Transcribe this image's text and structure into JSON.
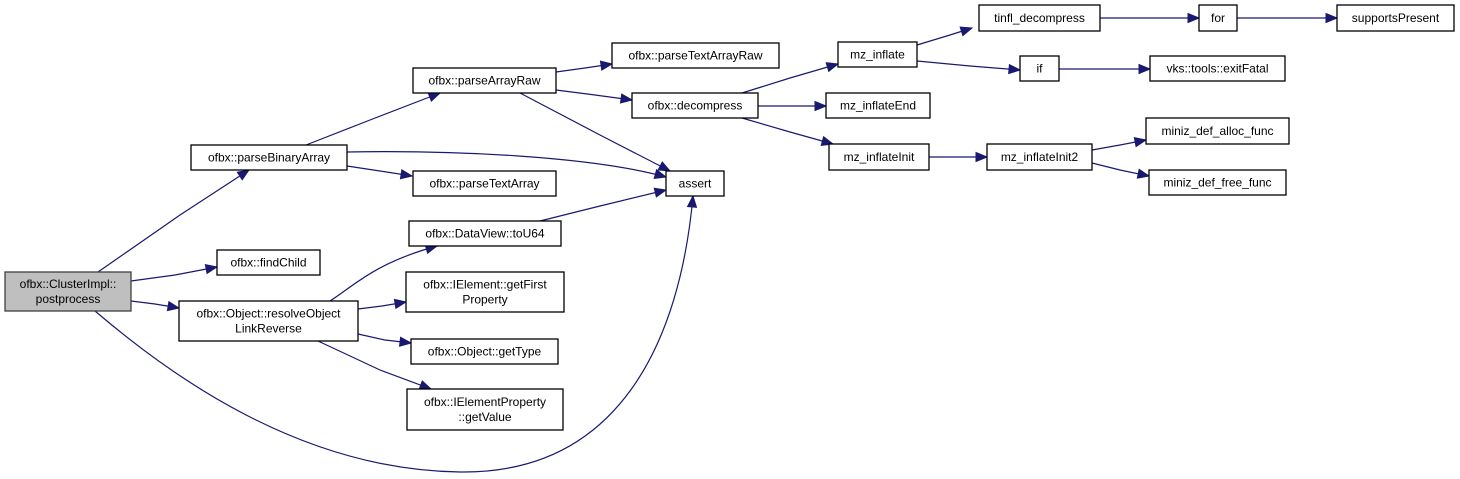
{
  "diagram": {
    "type": "call-graph",
    "colors": {
      "edge": "#191970",
      "root_fill": "#bfbfbf",
      "node_fill": "#ffffff",
      "node_border": "#000000"
    },
    "nodes": [
      {
        "id": "root",
        "lines": [
          "ofbx::ClusterImpl::",
          "postprocess"
        ],
        "root": true
      },
      {
        "id": "parseBinaryArray",
        "lines": [
          "ofbx::parseBinaryArray"
        ]
      },
      {
        "id": "findChild",
        "lines": [
          "ofbx::findChild"
        ]
      },
      {
        "id": "resolveObjectLinkReverse",
        "lines": [
          "ofbx::Object::resolveObject",
          "LinkReverse"
        ]
      },
      {
        "id": "parseArrayRaw",
        "lines": [
          "ofbx::parseArrayRaw"
        ]
      },
      {
        "id": "parseTextArray",
        "lines": [
          "ofbx::parseTextArray"
        ]
      },
      {
        "id": "toU64",
        "lines": [
          "ofbx::DataView::toU64"
        ]
      },
      {
        "id": "getFirstProperty",
        "lines": [
          "ofbx::IElement::getFirst",
          "Property"
        ]
      },
      {
        "id": "getType",
        "lines": [
          "ofbx::Object::getType"
        ]
      },
      {
        "id": "getValue",
        "lines": [
          "ofbx::IElementProperty",
          "::getValue"
        ]
      },
      {
        "id": "parseTextArrayRaw",
        "lines": [
          "ofbx::parseTextArrayRaw"
        ]
      },
      {
        "id": "decompress",
        "lines": [
          "ofbx::decompress"
        ]
      },
      {
        "id": "assert",
        "lines": [
          "assert"
        ]
      },
      {
        "id": "mz_inflate",
        "lines": [
          "mz_inflate"
        ]
      },
      {
        "id": "mz_inflateEnd",
        "lines": [
          "mz_inflateEnd"
        ]
      },
      {
        "id": "mz_inflateInit",
        "lines": [
          "mz_inflateInit"
        ]
      },
      {
        "id": "tinfl_decompress",
        "lines": [
          "tinfl_decompress"
        ]
      },
      {
        "id": "if",
        "lines": [
          "if"
        ]
      },
      {
        "id": "mz_inflateInit2",
        "lines": [
          "mz_inflateInit2"
        ]
      },
      {
        "id": "for",
        "lines": [
          "for"
        ]
      },
      {
        "id": "exitFatal",
        "lines": [
          "vks::tools::exitFatal"
        ]
      },
      {
        "id": "alloc",
        "lines": [
          "miniz_def_alloc_func"
        ]
      },
      {
        "id": "free",
        "lines": [
          "miniz_def_free_func"
        ]
      },
      {
        "id": "supportsPresent",
        "lines": [
          "supportsPresent"
        ]
      }
    ],
    "edges": [
      [
        "root",
        "parseBinaryArray"
      ],
      [
        "root",
        "findChild"
      ],
      [
        "root",
        "resolveObjectLinkReverse"
      ],
      [
        "root",
        "assert"
      ],
      [
        "parseBinaryArray",
        "parseArrayRaw"
      ],
      [
        "parseBinaryArray",
        "assert"
      ],
      [
        "parseBinaryArray",
        "parseTextArray"
      ],
      [
        "parseArrayRaw",
        "parseTextArrayRaw"
      ],
      [
        "parseArrayRaw",
        "decompress"
      ],
      [
        "parseArrayRaw",
        "assert"
      ],
      [
        "resolveObjectLinkReverse",
        "toU64"
      ],
      [
        "resolveObjectLinkReverse",
        "getFirstProperty"
      ],
      [
        "resolveObjectLinkReverse",
        "getType"
      ],
      [
        "resolveObjectLinkReverse",
        "getValue"
      ],
      [
        "toU64",
        "assert"
      ],
      [
        "decompress",
        "mz_inflate"
      ],
      [
        "decompress",
        "mz_inflateEnd"
      ],
      [
        "decompress",
        "mz_inflateInit"
      ],
      [
        "mz_inflate",
        "tinfl_decompress"
      ],
      [
        "mz_inflate",
        "if"
      ],
      [
        "tinfl_decompress",
        "for"
      ],
      [
        "for",
        "supportsPresent"
      ],
      [
        "if",
        "exitFatal"
      ],
      [
        "mz_inflateInit",
        "mz_inflateInit2"
      ],
      [
        "mz_inflateInit2",
        "alloc"
      ],
      [
        "mz_inflateInit2",
        "free"
      ]
    ]
  }
}
